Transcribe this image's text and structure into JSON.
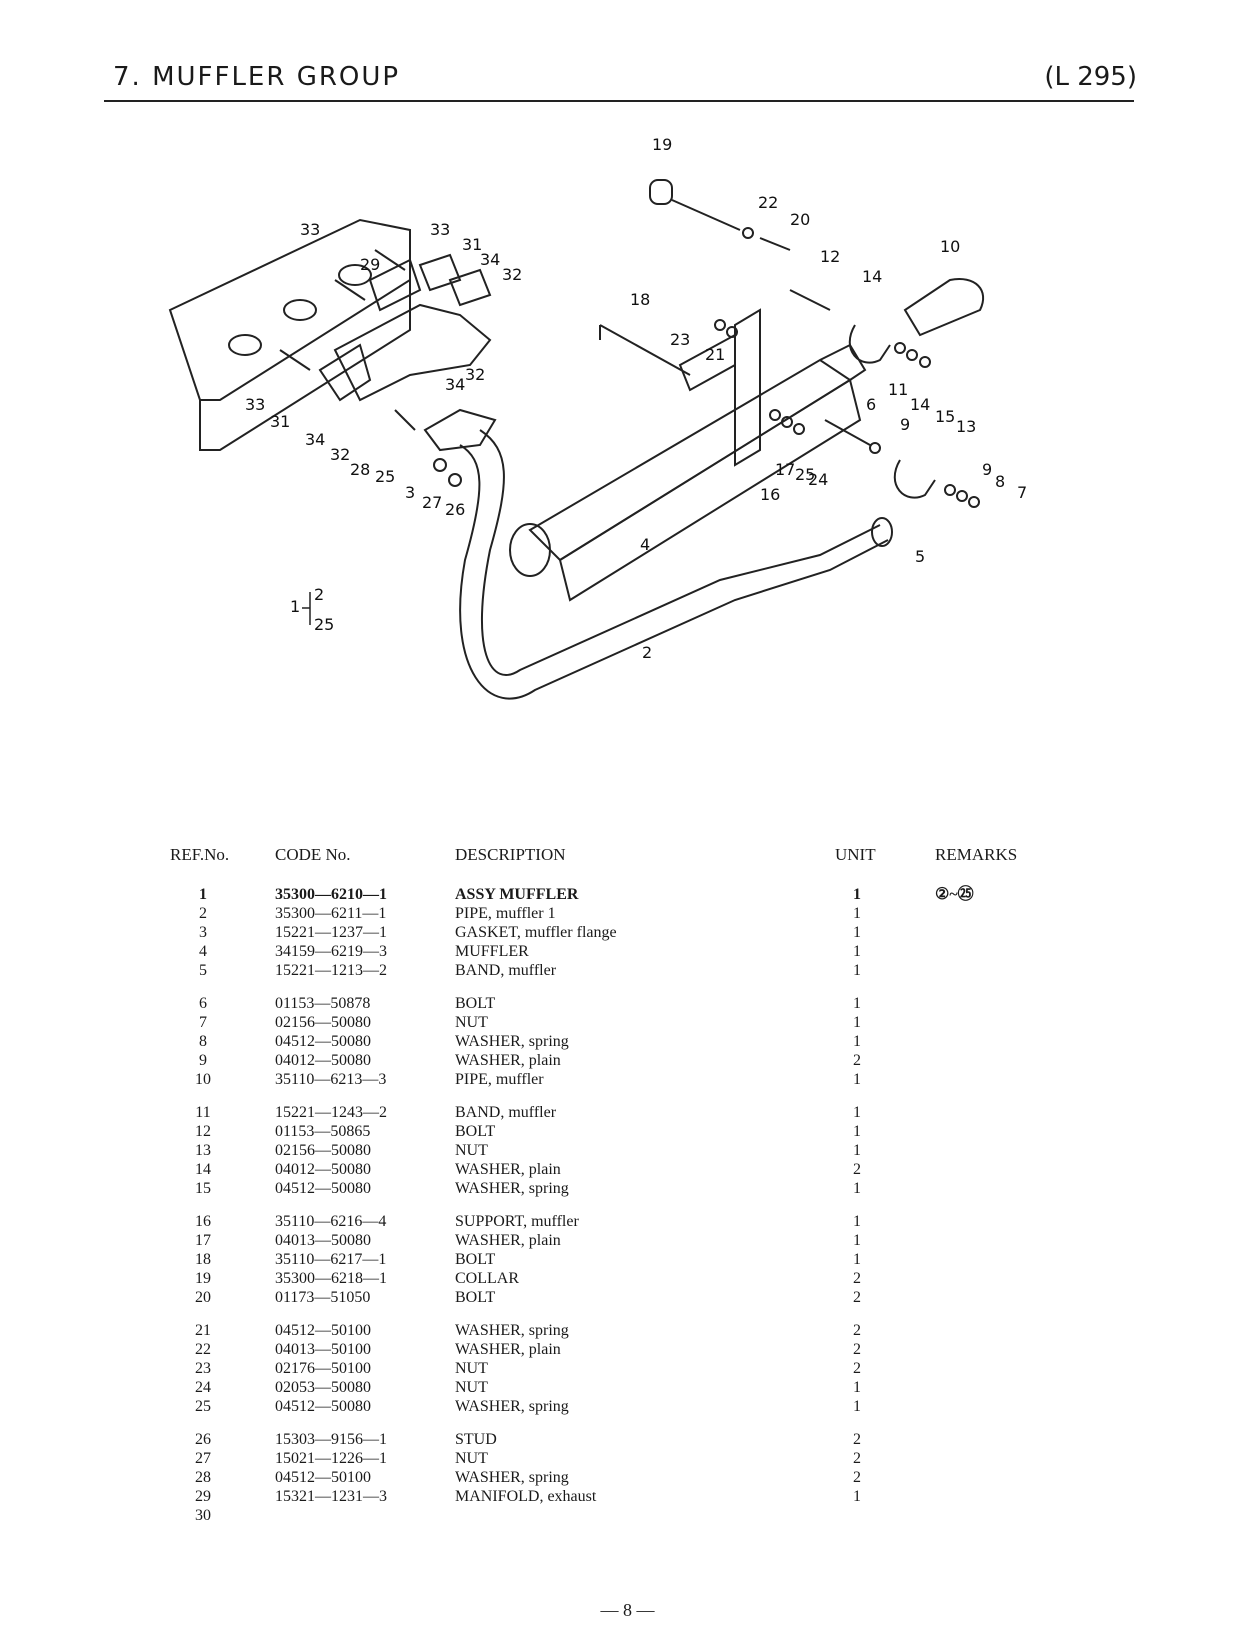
{
  "header": {
    "title": "7. MUFFLER GROUP",
    "model": "(L 295)"
  },
  "diagram": {
    "callouts": [
      "1",
      "2",
      "3",
      "4",
      "5",
      "6",
      "7",
      "8",
      "9",
      "10",
      "11",
      "12",
      "13",
      "14",
      "15",
      "16",
      "17",
      "18",
      "19",
      "20",
      "21",
      "22",
      "23",
      "24",
      "25",
      "26",
      "27",
      "28",
      "29",
      "31",
      "32",
      "33",
      "34"
    ],
    "assy_note": {
      "parent": "1",
      "from": "2",
      "to": "25"
    }
  },
  "table": {
    "headers": {
      "ref": "REF.No.",
      "code": "CODE No.",
      "desc": "DESCRIPTION",
      "unit": "UNIT",
      "remarks": "REMARKS"
    },
    "groups": [
      [
        {
          "ref": "1",
          "code": "35300—6210—1",
          "desc": "ASSY MUFFLER",
          "unit": "1",
          "remarks": "②~㉕",
          "bold": true
        },
        {
          "ref": "2",
          "code": "35300—6211—1",
          "desc": "PIPE, muffler 1",
          "unit": "1",
          "remarks": ""
        },
        {
          "ref": "3",
          "code": "15221—1237—1",
          "desc": "GASKET, muffler flange",
          "unit": "1",
          "remarks": ""
        },
        {
          "ref": "4",
          "code": "34159—6219—3",
          "desc": "MUFFLER",
          "unit": "1",
          "remarks": ""
        },
        {
          "ref": "5",
          "code": "15221—1213—2",
          "desc": "BAND, muffler",
          "unit": "1",
          "remarks": ""
        }
      ],
      [
        {
          "ref": "6",
          "code": "01153—50878",
          "desc": "BOLT",
          "unit": "1",
          "remarks": ""
        },
        {
          "ref": "7",
          "code": "02156—50080",
          "desc": "NUT",
          "unit": "1",
          "remarks": ""
        },
        {
          "ref": "8",
          "code": "04512—50080",
          "desc": "WASHER, spring",
          "unit": "1",
          "remarks": ""
        },
        {
          "ref": "9",
          "code": "04012—50080",
          "desc": "WASHER, plain",
          "unit": "2",
          "remarks": ""
        },
        {
          "ref": "10",
          "code": "35110—6213—3",
          "desc": "PIPE, muffler",
          "unit": "1",
          "remarks": ""
        }
      ],
      [
        {
          "ref": "11",
          "code": "15221—1243—2",
          "desc": "BAND, muffler",
          "unit": "1",
          "remarks": ""
        },
        {
          "ref": "12",
          "code": "01153—50865",
          "desc": "BOLT",
          "unit": "1",
          "remarks": ""
        },
        {
          "ref": "13",
          "code": "02156—50080",
          "desc": "NUT",
          "unit": "1",
          "remarks": ""
        },
        {
          "ref": "14",
          "code": "04012—50080",
          "desc": "WASHER, plain",
          "unit": "2",
          "remarks": ""
        },
        {
          "ref": "15",
          "code": "04512—50080",
          "desc": "WASHER, spring",
          "unit": "1",
          "remarks": ""
        }
      ],
      [
        {
          "ref": "16",
          "code": "35110—6216—4",
          "desc": "SUPPORT, muffler",
          "unit": "1",
          "remarks": ""
        },
        {
          "ref": "17",
          "code": "04013—50080",
          "desc": "WASHER, plain",
          "unit": "1",
          "remarks": ""
        },
        {
          "ref": "18",
          "code": "35110—6217—1",
          "desc": "BOLT",
          "unit": "1",
          "remarks": ""
        },
        {
          "ref": "19",
          "code": "35300—6218—1",
          "desc": "COLLAR",
          "unit": "2",
          "remarks": ""
        },
        {
          "ref": "20",
          "code": "01173—51050",
          "desc": "BOLT",
          "unit": "2",
          "remarks": ""
        }
      ],
      [
        {
          "ref": "21",
          "code": "04512—50100",
          "desc": "WASHER, spring",
          "unit": "2",
          "remarks": ""
        },
        {
          "ref": "22",
          "code": "04013—50100",
          "desc": "WASHER, plain",
          "unit": "2",
          "remarks": ""
        },
        {
          "ref": "23",
          "code": "02176—50100",
          "desc": "NUT",
          "unit": "2",
          "remarks": ""
        },
        {
          "ref": "24",
          "code": "02053—50080",
          "desc": "NUT",
          "unit": "1",
          "remarks": ""
        },
        {
          "ref": "25",
          "code": "04512—50080",
          "desc": "WASHER, spring",
          "unit": "1",
          "remarks": ""
        }
      ],
      [
        {
          "ref": "26",
          "code": "15303—9156—1",
          "desc": "STUD",
          "unit": "2",
          "remarks": ""
        },
        {
          "ref": "27",
          "code": "15021—1226—1",
          "desc": "NUT",
          "unit": "2",
          "remarks": ""
        },
        {
          "ref": "28",
          "code": "04512—50100",
          "desc": "WASHER, spring",
          "unit": "2",
          "remarks": ""
        },
        {
          "ref": "29",
          "code": "15321—1231—3",
          "desc": "MANIFOLD, exhaust",
          "unit": "1",
          "remarks": ""
        },
        {
          "ref": "30",
          "code": "",
          "desc": "",
          "unit": "",
          "remarks": ""
        }
      ]
    ]
  },
  "footer": {
    "page": "— 8 —"
  }
}
